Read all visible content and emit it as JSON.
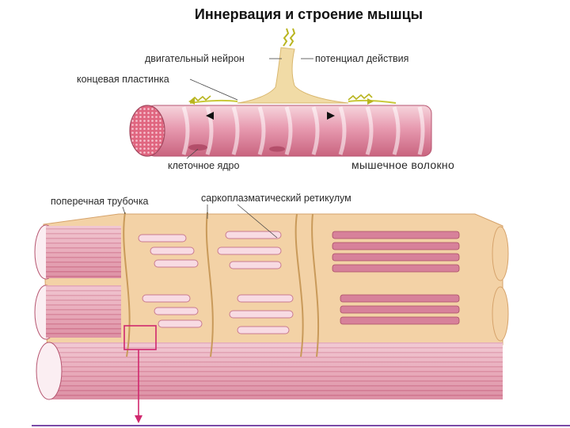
{
  "title": "Иннервация и строение мышцы",
  "labels": {
    "motor_neuron": "двигательный нейрон",
    "action_potential": "потенциал действия",
    "end_plate": "концевая пластинка",
    "cell_nucleus": "клеточное ядро",
    "muscle_fiber": "мышечное волокно",
    "t_tubule": "поперечная трубочка",
    "sarcoplasmic_reticulum": "саркоплазматический ретикулум"
  },
  "colors": {
    "fiber_pink": "#e8a3b4",
    "fiber_dark": "#c46682",
    "sarcoplasm": "#f3d2a6",
    "neuron": "#efd9a4",
    "potential": "#c9c93a"
  }
}
